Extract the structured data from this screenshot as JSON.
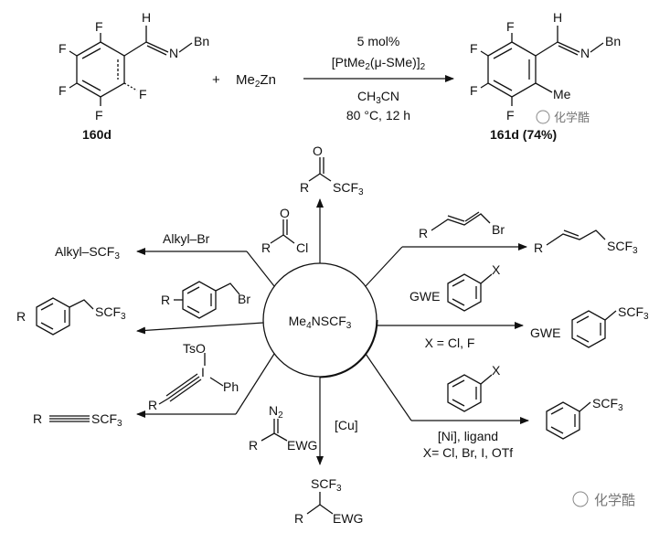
{
  "top_reaction": {
    "reactant_compound": "160d",
    "reactant_substituent_N": "Bn",
    "reactant_substituent_CH": "H",
    "reactant_atoms": {
      "N": "N",
      "F": "F"
    },
    "plus": "+",
    "reagent": "Me2Zn",
    "condition_line1": "5 mol%",
    "condition_line2": "[PtMe2(μ-SMe)]2",
    "condition_line3": "CH3CN",
    "condition_line4": "80 °C, 12 h",
    "product_compound": "161d (74%)",
    "product_substituent_N": "Bn",
    "product_substituent_Me": "Me"
  },
  "center": {
    "reagent": "Me4NSCF3"
  },
  "spokes": {
    "top": {
      "substrate_R": "R",
      "substrate_O": "O",
      "substrate_X": "SCF3",
      "product": "RCOSCF3"
    },
    "acyl_chloride": {
      "R": "R",
      "O": "O",
      "Cl": "Cl"
    },
    "alkyl": {
      "substrate": "Alkyl–Br",
      "product": "Alkyl–SCF3"
    },
    "benzyl": {
      "substrate_R": "R",
      "substrate_Br": "Br",
      "product_R": "R",
      "product_X": "SCF3"
    },
    "allyl": {
      "substrate_R": "R",
      "substrate_Br": "Br",
      "product_R": "R",
      "product_X": "SCF3"
    },
    "aryl_GWE": {
      "substrate_GWE": "GWE",
      "substrate_X": "X",
      "condition": "X = Cl, F",
      "product_GWE": "GWE",
      "product_X": "SCF3"
    },
    "alkynyl": {
      "TsO": "TsO",
      "I": "I",
      "Ph": "Ph",
      "R": "R",
      "product_R": "R",
      "product_X": "SCF3"
    },
    "diazo": {
      "N2": "N2",
      "R": "R",
      "EWG": "EWG",
      "catalyst": "[Cu]",
      "product_X": "SCF3",
      "product_R": "R",
      "product_EWG": "EWG"
    },
    "aryl_Ni": {
      "substrate_X": "X",
      "condition_line1": "[Ni], ligand",
      "condition_line2": "X= Cl, Br, I, OTf",
      "product_X": "SCF3"
    }
  },
  "watermark": "化学酷"
}
